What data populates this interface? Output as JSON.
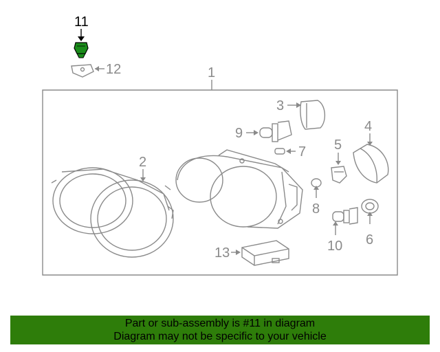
{
  "callouts": {
    "c1": "1",
    "c2": "2",
    "c3": "3",
    "c4": "4",
    "c5": "5",
    "c6": "6",
    "c7": "7",
    "c8": "8",
    "c9": "9",
    "c10": "10",
    "c11": "11",
    "c12": "12",
    "c13": "13"
  },
  "highlight": {
    "part_number": "11",
    "color": "#1a8c1a"
  },
  "notice": {
    "line1": "Part or sub-assembly is #11 in diagram",
    "line2": "Diagram may not be specific to your vehicle",
    "background": "#2e7d0a"
  }
}
